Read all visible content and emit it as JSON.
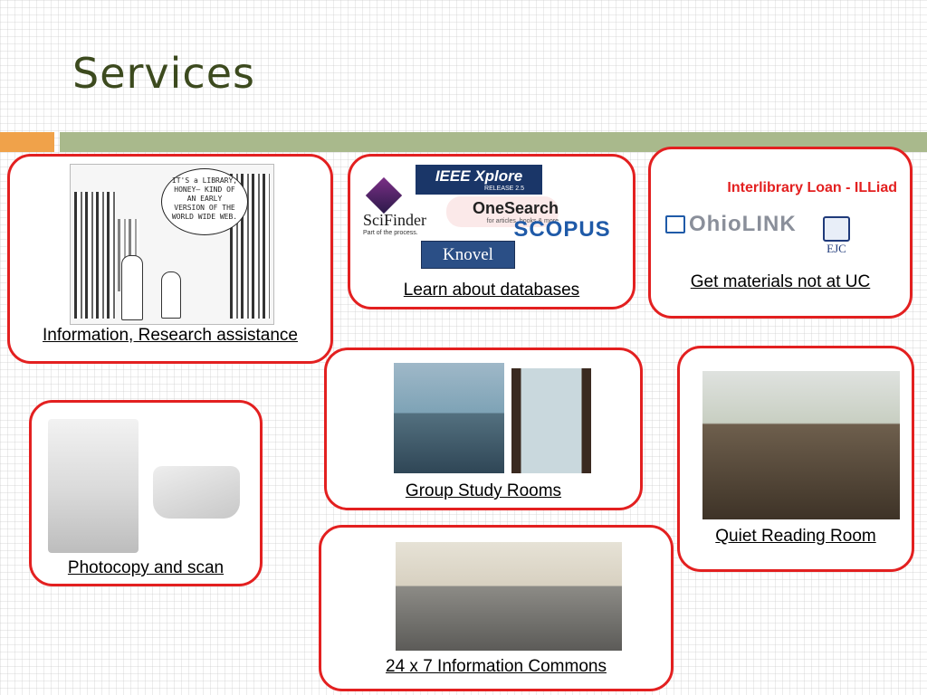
{
  "slide": {
    "title": "Services"
  },
  "cards": {
    "research": {
      "caption": "Information, Research assistance",
      "cartoon_text": "IT'S a LIBRARY, HONEY— KIND OF AN EARLY VERSION OF THE WORLD WIDE WEB."
    },
    "databases": {
      "caption": "Learn about databases",
      "logos": {
        "ieee": "IEEE Xplore",
        "ieee_sub": "RELEASE 2.5",
        "scifinder": "SciFinder",
        "scifinder_sub": "Part of the process.",
        "onesearch": "OneSearch",
        "onesearch_sub": "for articles, books & more",
        "scopus": "SCOPUS",
        "knovel": "Knovel"
      }
    },
    "ill": {
      "heading": "Interlibrary Loan - ILLiad",
      "caption": "Get materials not at UC",
      "logos": {
        "ohiolink": "OhioLINK",
        "ejc": "EJC"
      }
    },
    "study": {
      "caption": "Group Study Rooms"
    },
    "reading": {
      "caption": "Quiet Reading Room"
    },
    "photocopy": {
      "caption": "Photocopy and scan"
    },
    "commons": {
      "caption": "24 x 7 Information Commons"
    }
  },
  "colors": {
    "card_border": "#e32020",
    "title": "#3c4a1e",
    "accent_orange": "#f0a24a",
    "accent_green": "#a9b98c"
  }
}
